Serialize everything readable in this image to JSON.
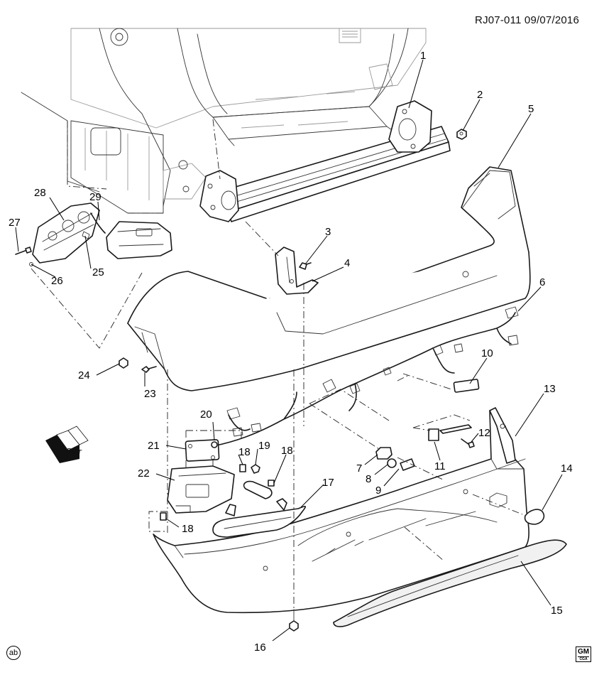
{
  "header": {
    "reference": "RJ07-011  09/07/2016"
  },
  "orientation": {
    "label": "FRT"
  },
  "footer": {
    "ab_symbol": "ab",
    "logo_text": "GM",
    "logo_subtext": "CGA"
  },
  "part_callouts": [
    {
      "id": "callout-1",
      "label": "1"
    },
    {
      "id": "callout-2",
      "label": "2"
    },
    {
      "id": "callout-3",
      "label": "3"
    },
    {
      "id": "callout-4",
      "label": "4"
    },
    {
      "id": "callout-5",
      "label": "5"
    },
    {
      "id": "callout-6",
      "label": "6"
    },
    {
      "id": "callout-7",
      "label": "7"
    },
    {
      "id": "callout-8",
      "label": "8"
    },
    {
      "id": "callout-9",
      "label": "9"
    },
    {
      "id": "callout-10",
      "label": "10"
    },
    {
      "id": "callout-11",
      "label": "11"
    },
    {
      "id": "callout-12",
      "label": "12"
    },
    {
      "id": "callout-13",
      "label": "13"
    },
    {
      "id": "callout-14",
      "label": "14"
    },
    {
      "id": "callout-15",
      "label": "15"
    },
    {
      "id": "callout-16",
      "label": "16"
    },
    {
      "id": "callout-17",
      "label": "17"
    },
    {
      "id": "callout-18a",
      "label": "18"
    },
    {
      "id": "callout-18b",
      "label": "18"
    },
    {
      "id": "callout-18c",
      "label": "18"
    },
    {
      "id": "callout-19",
      "label": "19"
    },
    {
      "id": "callout-20",
      "label": "20"
    },
    {
      "id": "callout-21",
      "label": "21"
    },
    {
      "id": "callout-22",
      "label": "22"
    },
    {
      "id": "callout-23",
      "label": "23"
    },
    {
      "id": "callout-24",
      "label": "24"
    },
    {
      "id": "callout-25",
      "label": "25"
    },
    {
      "id": "callout-26",
      "label": "26"
    },
    {
      "id": "callout-27",
      "label": "27"
    },
    {
      "id": "callout-28",
      "label": "28"
    },
    {
      "id": "callout-29",
      "label": "29"
    }
  ]
}
